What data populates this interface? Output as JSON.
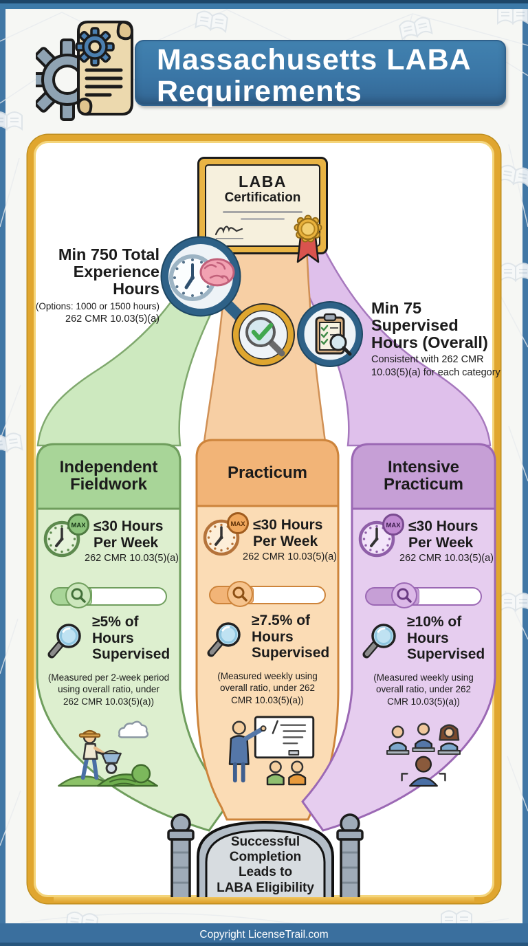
{
  "header": {
    "title": "Massachusetts LABA\nRequirements"
  },
  "certificate": {
    "title_line1": "LABA",
    "title_line2": "Certification"
  },
  "experience_hours": {
    "title": "Min 750 Total\nExperience\nHours",
    "option_note": "(Options: 1000 or 1500 hours)",
    "regulation": "262 CMR 10.03(5)(a)"
  },
  "supervised_hours": {
    "title": "Min 75\nSupervised\nHours (Overall)",
    "note": "Consistent with 262 CMR\n10.03(5)(a) for each category"
  },
  "columns": [
    {
      "header": "Independent\nFieldwork",
      "max_label": "MAX",
      "hours": "≤30 Hours\nPer Week",
      "hours_regulation": "262 CMR 10.03(5)(a)",
      "supervision": "≥5% of\nHours\nSupervised",
      "supervision_note": "(Measured per 2-week period\nusing overall ratio, under\n262 CMR 10.03(5)(a))",
      "accent_color": "#a8d598"
    },
    {
      "header": "Practicum",
      "max_label": "MAX",
      "hours": "≤30 Hours\nPer Week",
      "hours_regulation": "262 CMR 10.03(5)(a)",
      "supervision": "≥7.5% of\nHours\nSupervised",
      "supervision_note": "(Measured weekly using\noverall ratio, under 262\nCMR 10.03(5)(a))",
      "accent_color": "#f2b477"
    },
    {
      "header": "Intensive\nPracticum",
      "max_label": "MAX",
      "hours": "≤30 Hours\nPer Week",
      "hours_regulation": "262 CMR 10.03(5)(a)",
      "supervision": "≥10% of\nHours\nSupervised",
      "supervision_note": "(Measured weekly using\noverall ratio, under 262\nCMR 10.03(5)(a))",
      "accent_color": "#c69fd6"
    }
  ],
  "gate": {
    "text": "Successful\nCompletion\nLeads to\nLABA Eligibility"
  },
  "footer": {
    "copyright": "Copyright LicenseTrail.com"
  },
  "colors": {
    "frame_blue": "#4177a5",
    "title_banner_blue": "#3a76a6",
    "panel_border_gold": "#e0a62f",
    "green_accent": "#a8d598",
    "orange_accent": "#f2b477",
    "purple_accent": "#c69fd6",
    "footer_blue": "#3a6f9e"
  },
  "icons": [
    "gear-document-icon",
    "certificate-seal-icon",
    "clock-brain-magnifier-icon",
    "check-magnifier-icon",
    "clipboard-checklist-icon",
    "max-clock-icon",
    "slider-magnifier-knob",
    "magnifier-icon",
    "fieldwork-illustration",
    "teaching-illustration",
    "meeting-illustration",
    "gate-illustration"
  ]
}
